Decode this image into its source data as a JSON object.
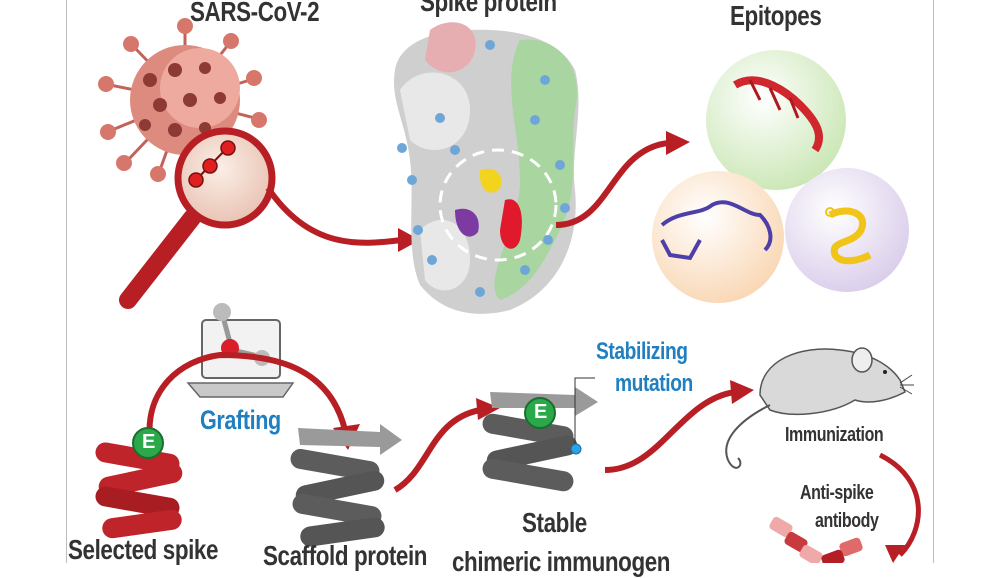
{
  "labels": {
    "virus": "SARS-CoV-2",
    "spike": "Spike protein",
    "epitopes": "Epitopes",
    "grafting": "Grafting",
    "stabilizing_line1": "Stabilizing",
    "stabilizing_line2": "mutation",
    "immunization": "Immunization",
    "antibody_line1": "Anti-spike",
    "antibody_line2": "antibody",
    "selected_spike": "Selected spike",
    "scaffold": "Scaffold protein",
    "stable": "Stable",
    "chimeric": "chimeric immunogen",
    "epitope_badge": "E",
    "epitope_badge_2": "E"
  },
  "colors": {
    "arrow_red": "#b81f24",
    "label_blue": "#1f7fc0",
    "text_dark": "#333333",
    "green_bubble": "#d6ecc6",
    "orange_bubble": "#fbe0c4",
    "purple_bubble": "#e2d8ef",
    "badge_green": "#2aa84a"
  }
}
